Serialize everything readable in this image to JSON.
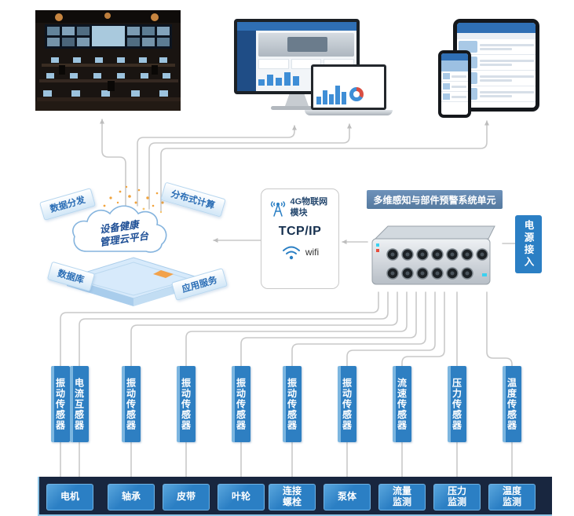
{
  "cloud": {
    "platform_line1": "设备健康",
    "platform_line2": "管理云平台",
    "tags": [
      {
        "label": "数据分发"
      },
      {
        "label": "分布式计算"
      },
      {
        "label": "数据库"
      },
      {
        "label": "应用服务"
      }
    ]
  },
  "network": {
    "module_label": "4G物联网模块",
    "protocol_label": "TCP/IP",
    "wifi_label": "wifi"
  },
  "device_unit": {
    "title": "多维感知与部件预警系统单元"
  },
  "power": {
    "label": "电源接入"
  },
  "sensors": [
    {
      "label": "振动传感器"
    },
    {
      "label": "电流互感器"
    },
    {
      "label": "振动传感器"
    },
    {
      "label": "振动传感器"
    },
    {
      "label": "振动传感器"
    },
    {
      "label": "振动传感器"
    },
    {
      "label": "振动传感器"
    },
    {
      "label": "流速传感器"
    },
    {
      "label": "压力传感器"
    },
    {
      "label": "温度传感器"
    }
  ],
  "equipment": [
    {
      "label": "电机"
    },
    {
      "label": "轴承"
    },
    {
      "label": "皮带"
    },
    {
      "label": "叶轮"
    },
    {
      "label": "连接\n螺栓"
    },
    {
      "label": "泵体"
    },
    {
      "label": "流量\n监测"
    },
    {
      "label": "压力\n监测"
    },
    {
      "label": "温度\n监测"
    }
  ],
  "colors": {
    "accent_blue": "#2b7fc4",
    "dark_navy": "#18263f",
    "line_gray": "#c9c9c9"
  }
}
